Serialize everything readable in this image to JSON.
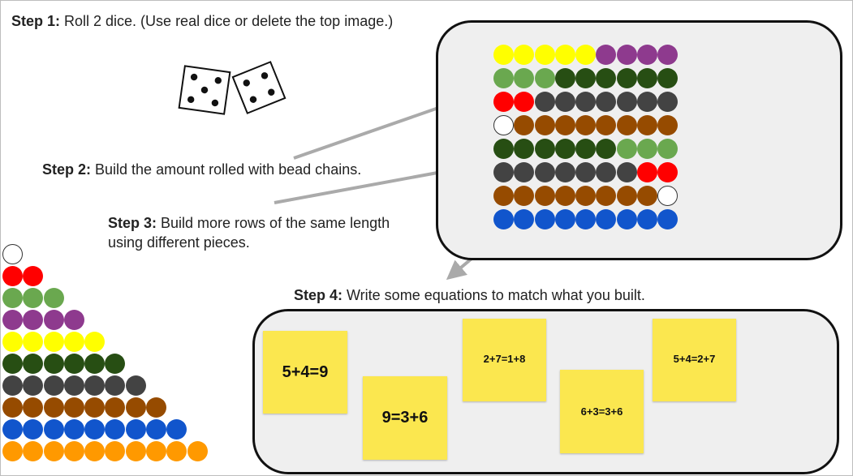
{
  "steps": {
    "step1": {
      "label": "Step 1:",
      "text": " Roll 2 dice. (Use real dice or delete the top image.)"
    },
    "step2": {
      "label": "Step 2:",
      "text": " Build the amount rolled with bead chains."
    },
    "step3": {
      "label": "Step 3:",
      "text": " Build more rows of the same length using different pieces."
    },
    "step4": {
      "label": "Step 4:",
      "text": " Write some equations to match what you built."
    }
  },
  "colors": {
    "white": "#ffffff",
    "red": "#ff0000",
    "light_green": "#6aa84f",
    "purple": "#8e3a8e",
    "yellow": "#ffff00",
    "dark_green": "#274e13",
    "dark_gray": "#434343",
    "brown": "#964b00",
    "blue": "#1155cc",
    "orange": "#ff9900"
  },
  "dice": [
    {
      "name": "die-five",
      "pips": 5
    },
    {
      "name": "die-four",
      "pips": 4
    }
  ],
  "bead_board_rows": [
    [
      "yellow",
      "yellow",
      "yellow",
      "yellow",
      "yellow",
      "purple",
      "purple",
      "purple",
      "purple"
    ],
    [
      "light_green",
      "light_green",
      "light_green",
      "dark_green",
      "dark_green",
      "dark_green",
      "dark_green",
      "dark_green",
      "dark_green"
    ],
    [
      "red",
      "red",
      "dark_gray",
      "dark_gray",
      "dark_gray",
      "dark_gray",
      "dark_gray",
      "dark_gray",
      "dark_gray"
    ],
    [
      "white",
      "brown",
      "brown",
      "brown",
      "brown",
      "brown",
      "brown",
      "brown",
      "brown"
    ],
    [
      "dark_green",
      "dark_green",
      "dark_green",
      "dark_green",
      "dark_green",
      "dark_green",
      "light_green",
      "light_green",
      "light_green"
    ],
    [
      "dark_gray",
      "dark_gray",
      "dark_gray",
      "dark_gray",
      "dark_gray",
      "dark_gray",
      "dark_gray",
      "red",
      "red"
    ],
    [
      "brown",
      "brown",
      "brown",
      "brown",
      "brown",
      "brown",
      "brown",
      "brown",
      "white"
    ],
    [
      "blue",
      "blue",
      "blue",
      "blue",
      "blue",
      "blue",
      "blue",
      "blue",
      "blue"
    ]
  ],
  "bead_stair": [
    {
      "color": "white",
      "count": 1
    },
    {
      "color": "red",
      "count": 2
    },
    {
      "color": "light_green",
      "count": 3
    },
    {
      "color": "purple",
      "count": 4
    },
    {
      "color": "yellow",
      "count": 5
    },
    {
      "color": "dark_green",
      "count": 6
    },
    {
      "color": "dark_gray",
      "count": 7
    },
    {
      "color": "brown",
      "count": 8
    },
    {
      "color": "blue",
      "count": 9
    },
    {
      "color": "orange",
      "count": 10
    }
  ],
  "equations": [
    {
      "text": "5+4=9"
    },
    {
      "text": "9=3+6"
    },
    {
      "text": "2+7=1+8"
    },
    {
      "text": "6+3=3+6"
    },
    {
      "text": "5+4=2+7"
    }
  ]
}
